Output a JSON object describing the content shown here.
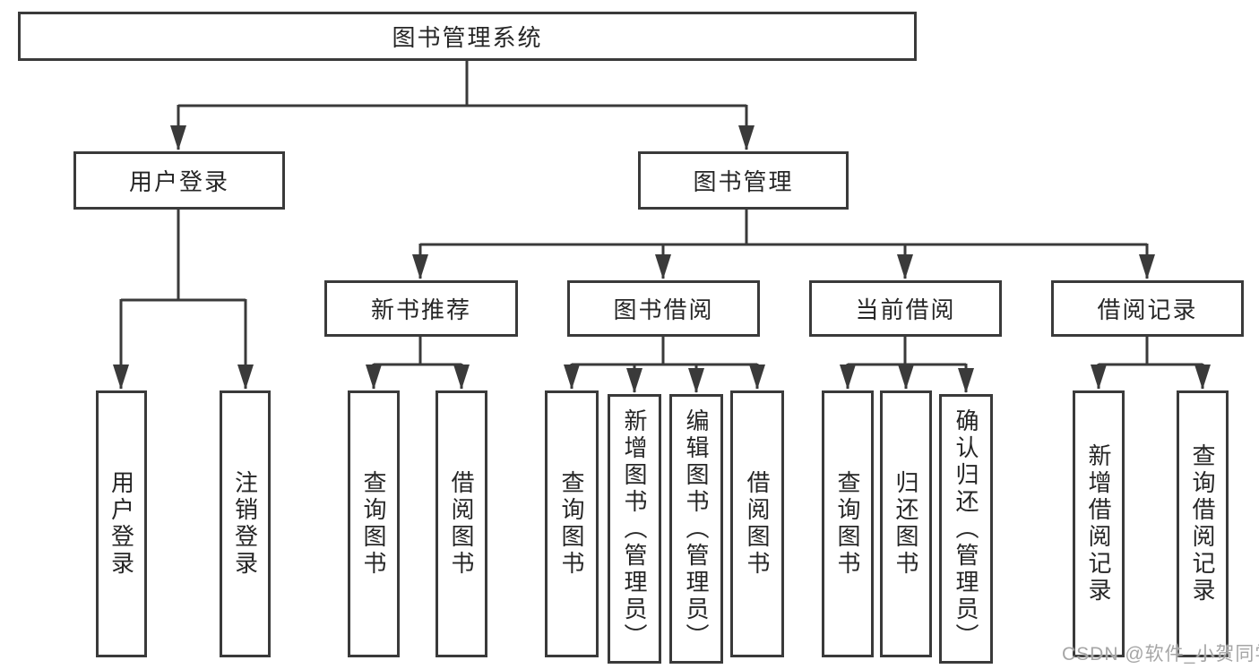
{
  "tree": {
    "label": "图书管理系统",
    "children": [
      {
        "label": "用户登录",
        "children": [
          {
            "label": "用户登录"
          },
          {
            "label": "注销登录"
          }
        ]
      },
      {
        "label": "图书管理",
        "children": [
          {
            "label": "新书推荐",
            "children": [
              {
                "label": "查询图书"
              },
              {
                "label": "借阅图书"
              }
            ]
          },
          {
            "label": "图书借阅",
            "children": [
              {
                "label": "查询图书"
              },
              {
                "label": "新增图书（管理员）"
              },
              {
                "label": "编辑图书（管理员）"
              },
              {
                "label": "借阅图书"
              }
            ]
          },
          {
            "label": "当前借阅",
            "children": [
              {
                "label": "查询图书"
              },
              {
                "label": "归还图书"
              },
              {
                "label": "确认归还（管理员）"
              }
            ]
          },
          {
            "label": "借阅记录",
            "children": [
              {
                "label": "新增借阅记录"
              },
              {
                "label": "查询借阅记录"
              }
            ]
          }
        ]
      }
    ]
  },
  "watermark": "CSDN @软件_小贺同学",
  "colors": {
    "line": "#3a3a3a",
    "box_border": "#3a3a3a",
    "text": "#262626",
    "watermark": "#a6a6a6",
    "background": "#ffffff"
  }
}
